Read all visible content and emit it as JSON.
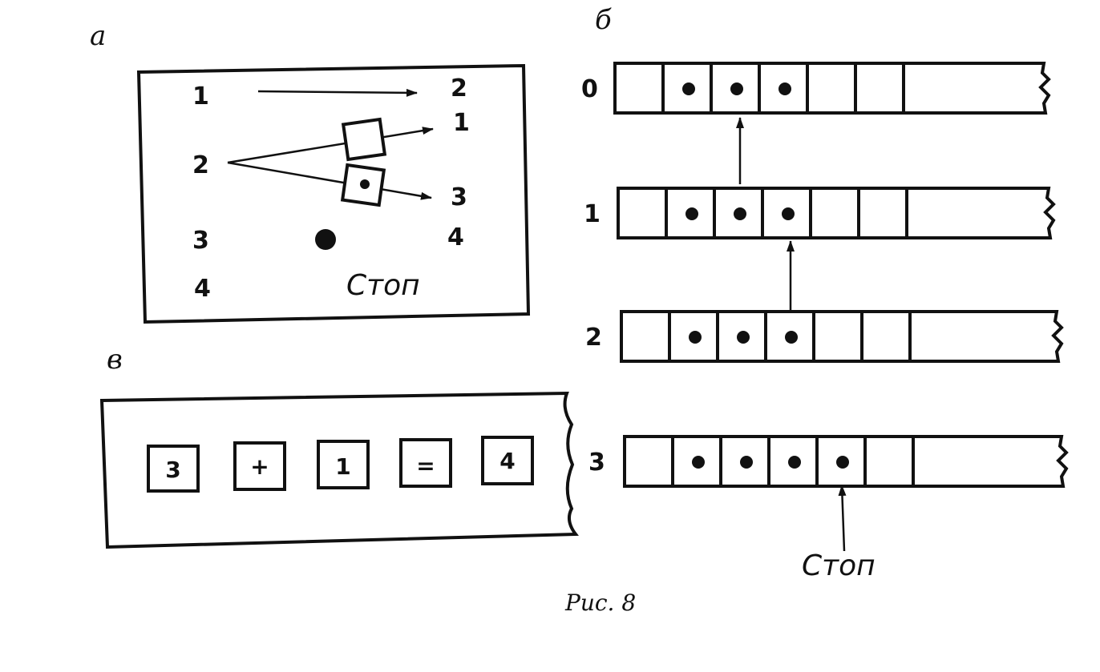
{
  "panel_a": {
    "label": "а",
    "left_numbers": [
      "1",
      "2",
      "3",
      "4"
    ],
    "right_numbers": [
      "2",
      "1",
      "3",
      "4"
    ],
    "stop": "Стоп"
  },
  "panel_b": {
    "label": "б",
    "rows": [
      {
        "label": "0",
        "dots": [
          false,
          true,
          true,
          true,
          false,
          false
        ]
      },
      {
        "label": "1",
        "dots": [
          false,
          true,
          true,
          true,
          false,
          false
        ]
      },
      {
        "label": "2",
        "dots": [
          false,
          true,
          true,
          true,
          false,
          false
        ]
      },
      {
        "label": "3",
        "dots": [
          false,
          true,
          true,
          true,
          true,
          false
        ]
      }
    ],
    "stop": "Стоп"
  },
  "panel_v": {
    "label": "в",
    "keys": [
      "3",
      "+",
      "1",
      "=",
      "4"
    ]
  },
  "caption": "Рис. 8"
}
